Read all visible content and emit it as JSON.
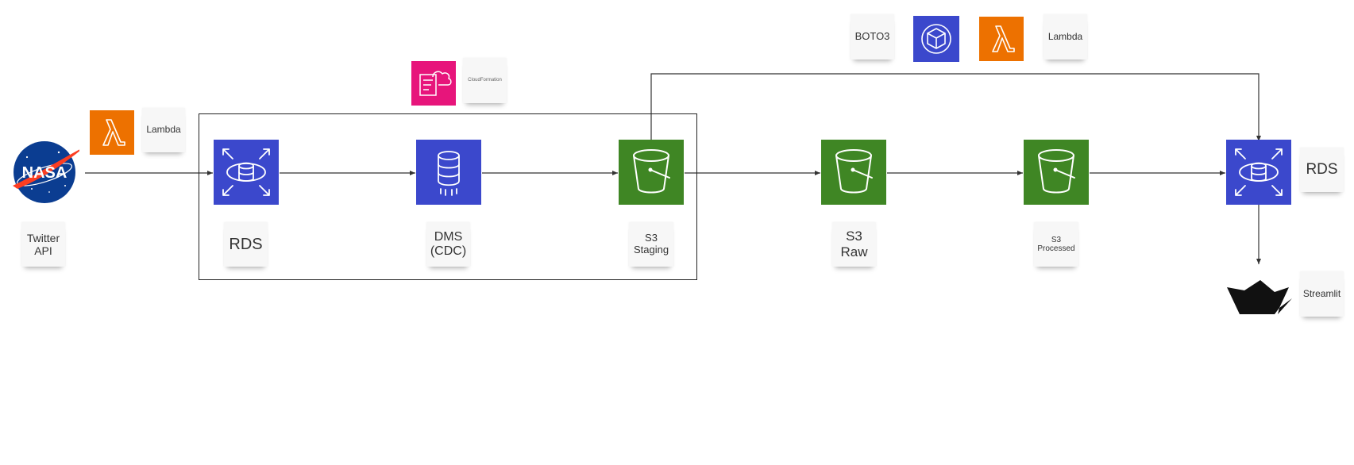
{
  "colors": {
    "database_blue": "#3b48cc",
    "storage_green": "#3f8624",
    "compute_orange": "#ed7100",
    "management_pink": "#e7157b",
    "nasa_blue": "#0b3d91",
    "nasa_red": "#fc3d21",
    "connector": "#333333",
    "note_bg": "#f7f7f7"
  },
  "icons": {
    "nasa": "nasa-logo",
    "rds": "rds-icon",
    "dms": "dms-icon",
    "s3": "s3-bucket-icon",
    "lambda": "lambda-icon",
    "boto3": "cube-icon",
    "cloudformation": "cloudformation-icon",
    "streamlit": "streamlit-logo"
  },
  "logos": {
    "nasa_text": "NASA"
  },
  "labels": {
    "twitter_api": "Twitter\nAPI",
    "lambda_left": "Lambda",
    "cloudformation": "CloudFormation",
    "rds_source": "RDS",
    "dms": "DMS\n(CDC)",
    "s3_staging": "S3\nStaging",
    "s3_raw": "S3\nRaw",
    "s3_processed": "S3\nProcessed",
    "boto3": "BOTO3",
    "lambda_top": "Lambda",
    "rds_target": "RDS",
    "streamlit": "Streamlit"
  }
}
